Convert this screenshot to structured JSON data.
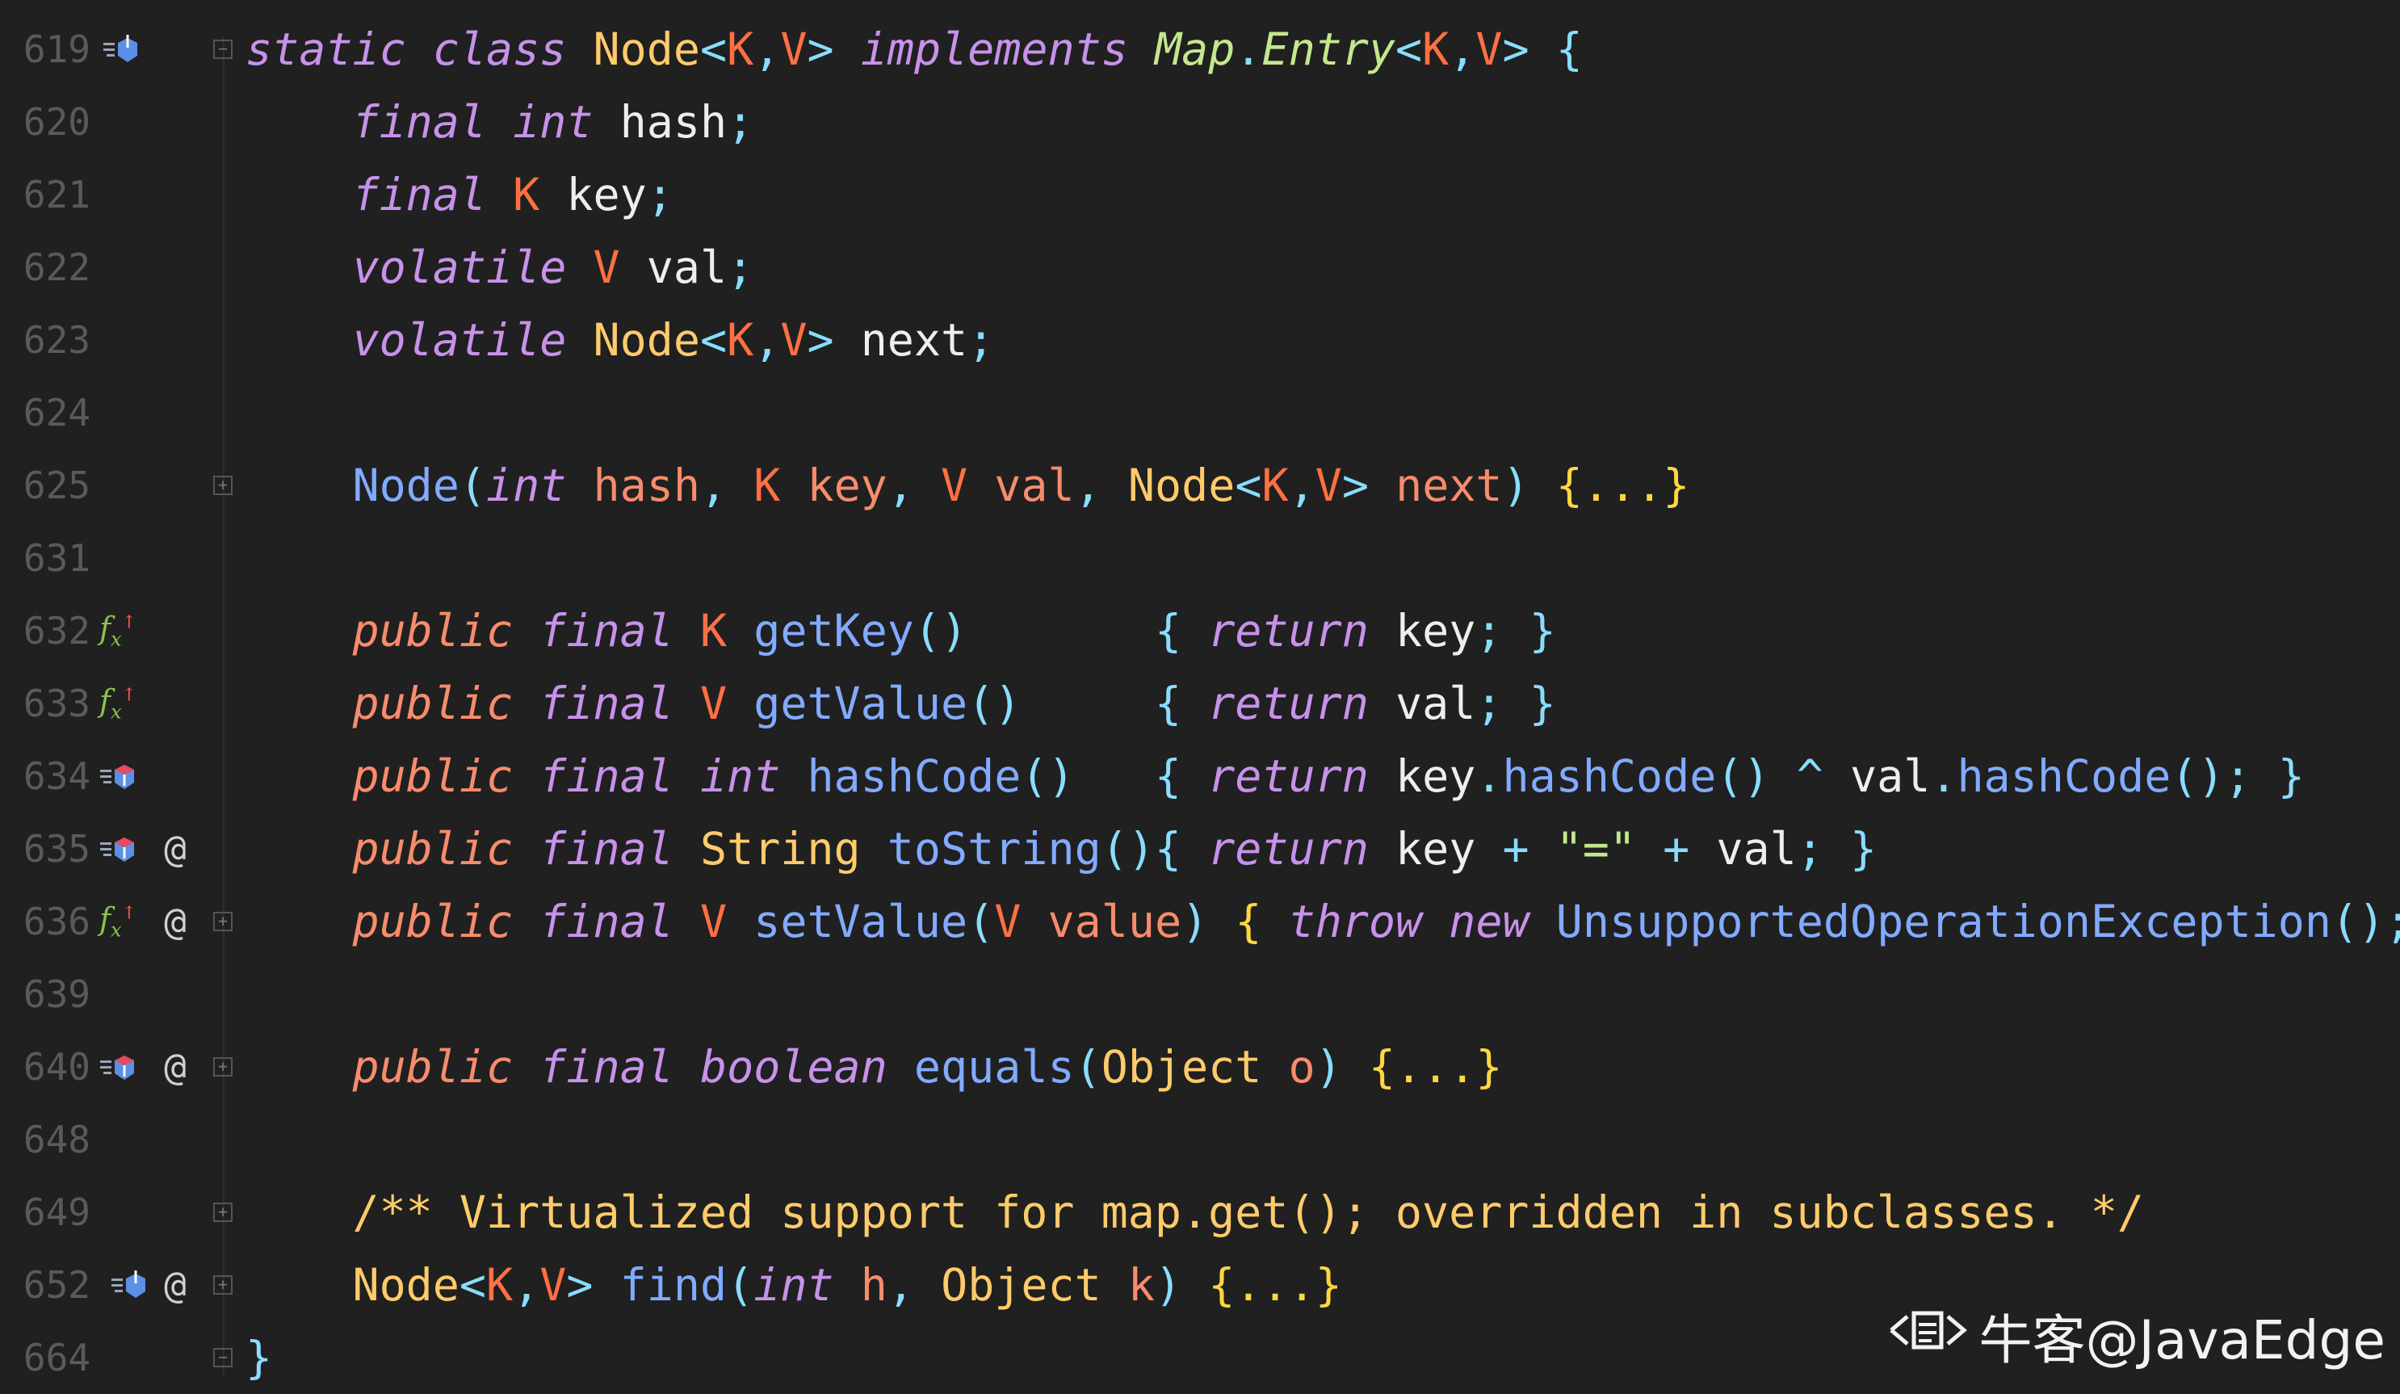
{
  "line_numbers": [
    "619",
    "620",
    "621",
    "622",
    "623",
    "624",
    "625",
    "631",
    "632",
    "633",
    "634",
    "635",
    "636",
    "639",
    "640",
    "648",
    "649",
    "652",
    "664"
  ],
  "gutter": {
    "at_symbol": "@"
  },
  "code": {
    "l619": {
      "static": "static",
      "class": "class",
      "node": "Node",
      "lt": "<",
      "k": "K",
      "comma": ",",
      "v": "V",
      "gt": ">",
      "implements": "implements",
      "map": "Map",
      "dot": ".",
      "entry": "Entry",
      "lbrace": "{"
    },
    "l620": {
      "final": "final",
      "int": "int",
      "name": "hash",
      "semi": ";"
    },
    "l621": {
      "final": "final",
      "k": "K",
      "name": "key",
      "semi": ";"
    },
    "l622": {
      "volatile": "volatile",
      "v": "V",
      "name": "val",
      "semi": ";"
    },
    "l623": {
      "volatile": "volatile",
      "node": "Node",
      "k": "K",
      "v": "V",
      "name": "next",
      "semi": ";"
    },
    "l625": {
      "node": "Node",
      "int": "int",
      "hash": "hash",
      "k": "K",
      "key": "key",
      "v": "V",
      "val": "val",
      "node2": "Node",
      "next": "next",
      "fold": "{...}"
    },
    "l632": {
      "public": "public",
      "final": "final",
      "type": "K",
      "fn": "getKey",
      "ret": "return",
      "expr": "key",
      "tail": "; }"
    },
    "l633": {
      "public": "public",
      "final": "final",
      "type": "V",
      "fn": "getValue",
      "ret": "return",
      "expr": "val",
      "tail": "; }"
    },
    "l634": {
      "public": "public",
      "final": "final",
      "type": "int",
      "fn": "hashCode",
      "ret": "return",
      "a": "key",
      "m1": "hashCode",
      "op": "^",
      "b": "val",
      "m2": "hashCode"
    },
    "l635": {
      "public": "public",
      "final": "final",
      "type": "String",
      "fn": "toString",
      "ret": "return",
      "a": "key",
      "str": "\"=\"",
      "b": "val"
    },
    "l636": {
      "public": "public",
      "final": "final",
      "type": "V",
      "fn": "setValue",
      "ptype": "V",
      "pname": "value",
      "throw": "throw",
      "new": "new",
      "exc": "UnsupportedOperationException"
    },
    "l640": {
      "public": "public",
      "final": "final",
      "type": "boolean",
      "fn": "equals",
      "ptype": "Object",
      "pname": "o",
      "fold": "{...}"
    },
    "l649": {
      "comment": "/** Virtualized support for map.get(); overridden in subclasses. */"
    },
    "l652": {
      "node": "Node",
      "k": "K",
      "v": "V",
      "fn": "find",
      "int": "int",
      "h": "h",
      "obj": "Object",
      "kk": "k",
      "fold": "{...}"
    },
    "l664": {
      "rbrace": "}"
    }
  },
  "watermark": {
    "text": "牛客@JavaEdge"
  },
  "colors": {
    "background": "#202020",
    "keyword": "#c792ea",
    "modifier": "#f78c6c",
    "type": "#ffcb6b",
    "type_param": "#ff7043",
    "function": "#82aaff",
    "punct": "#89ddff",
    "string": "#c3e88d"
  }
}
